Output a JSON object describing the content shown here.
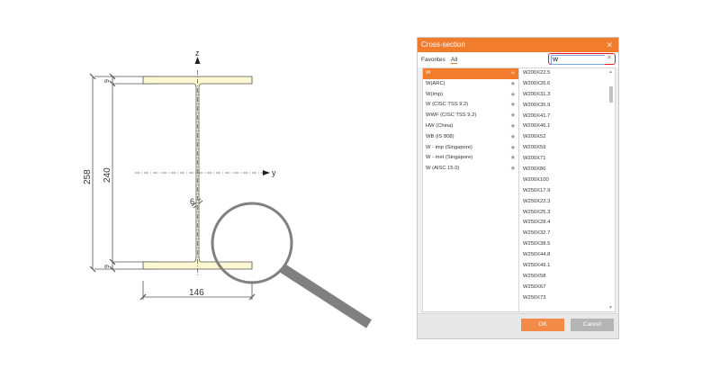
{
  "drawing": {
    "axis_z_label": "z",
    "axis_y_label": "y",
    "dim_total_height": "258",
    "dim_web_height": "240",
    "dim_flange_top": "9",
    "dim_flange_bottom": "9",
    "dim_web_thickness": "6",
    "dim_flange_width": "146",
    "flange_fill_color": "#fbf8d2",
    "magnifier_color": "#808080"
  },
  "dialog": {
    "title": "Cross-section",
    "close_icon": "close-icon",
    "accent_color": "#f07c2c",
    "tabs": [
      {
        "label": "Favorites",
        "active": false
      },
      {
        "label": "All",
        "active": true
      }
    ],
    "search": {
      "value": "W",
      "placeholder": ""
    },
    "families": [
      {
        "label": "W",
        "selected": true
      },
      {
        "label": "W(ARC)",
        "selected": false
      },
      {
        "label": "W(Imp)",
        "selected": false
      },
      {
        "label": "W (CISC TSS 9.2)",
        "selected": false
      },
      {
        "label": "WWF (CISC TSS 9.2)",
        "selected": false
      },
      {
        "label": "HW (China)",
        "selected": false
      },
      {
        "label": "WB (IS 808)",
        "selected": false
      },
      {
        "label": "W - imp (Singapore)",
        "selected": false
      },
      {
        "label": "W - met (Singapore)",
        "selected": false
      },
      {
        "label": "W (AISC 15.0)",
        "selected": false
      }
    ],
    "sections": [
      "W200X22.5",
      "W200X26.6",
      "W200X31.3",
      "W200X35.9",
      "W200X41.7",
      "W200X46.1",
      "W200X52",
      "W200X59",
      "W200X71",
      "W200X86",
      "W200X100",
      "W250X17.9",
      "W250X22.3",
      "W250X25.3",
      "W250X28.4",
      "W250X32.7",
      "W250X38.5",
      "W250X44.8",
      "W250X49.1",
      "W250X58",
      "W250X67",
      "W250X73"
    ],
    "buttons": {
      "ok": "OK",
      "cancel": "Cancel"
    }
  }
}
